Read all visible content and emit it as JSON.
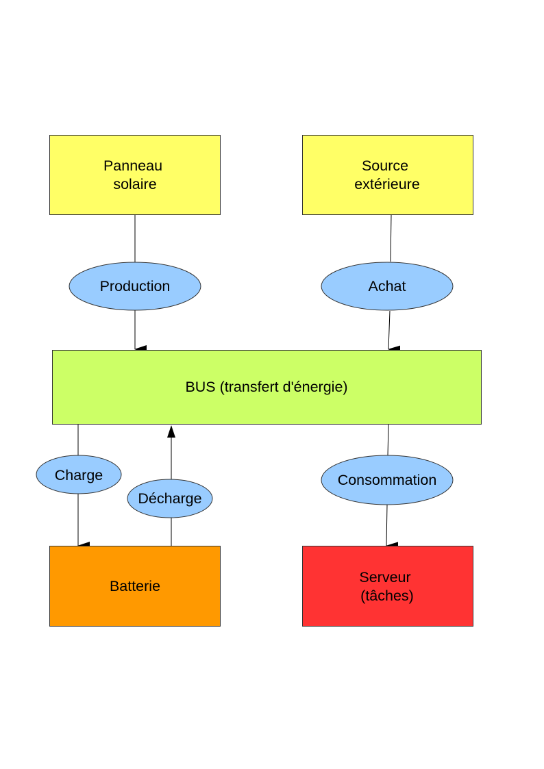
{
  "colors": {
    "source_box": "#ffff66",
    "bus_box": "#ccff66",
    "battery_box": "#ff9900",
    "server_box": "#ff3333",
    "flow_ellipse": "#99ccff",
    "stroke": "#333333",
    "arrow": "#000000"
  },
  "nodes": {
    "solar_panel": {
      "line1": "Panneau",
      "line2": "solaire"
    },
    "external_source": {
      "line1": "Source",
      "line2": "extérieure"
    },
    "bus": {
      "label": "BUS (transfert d'énergie)"
    },
    "battery": {
      "label": "Batterie"
    },
    "server": {
      "line1": "Serveur",
      "line2": "(tâches)"
    }
  },
  "flows": {
    "production": "Production",
    "purchase": "Achat",
    "charge": "Charge",
    "discharge": "Décharge",
    "consumption": "Consommation"
  }
}
